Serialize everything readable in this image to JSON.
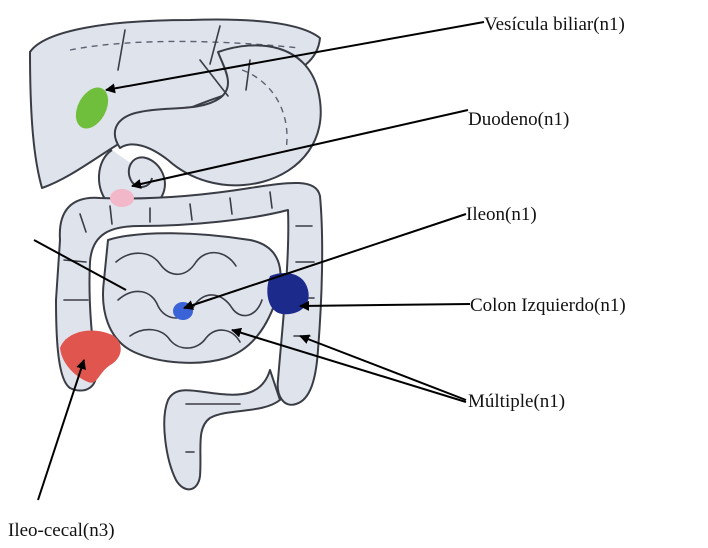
{
  "labels": {
    "vesicula_biliar": "Vesícula biliar(n1)",
    "duodeno": "Duodeno(n1)",
    "ileon": "Ileon(n1)",
    "colon_izquierdo": "Colon Izquierdo(n1)",
    "multiple": "Múltiple(n1)",
    "ileo_cecal": "Ileo-cecal(n3)"
  },
  "colors": {
    "organ_fill": "#dfe3ec",
    "outline": "#3a3d45",
    "gallbladder": "#6fbf3c",
    "duodenum_spot": "#f2b7c9",
    "ileum_spot": "#3a63d8",
    "left_colon_spot": "#1c2a8c",
    "ileocecal_spot": "#e0554e"
  }
}
